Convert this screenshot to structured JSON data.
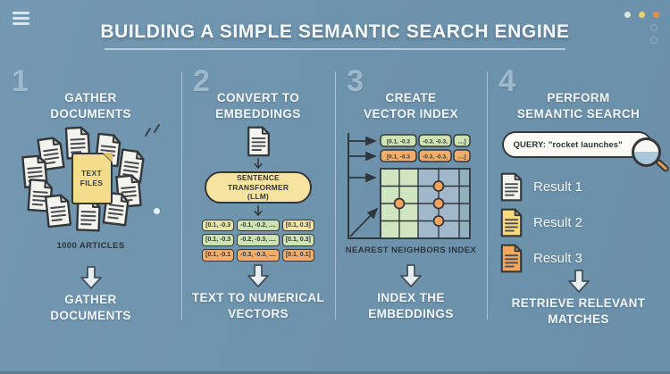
{
  "chrome": {
    "menu_icon": "hamburger-menu",
    "dot_colors": [
      "#d9e8da",
      "#eecf6d",
      "#e58f4d"
    ]
  },
  "title": "BUILDING A SIMPLE SEMANTIC SEARCH ENGINE",
  "steps": [
    {
      "number": "1",
      "heading": "GATHER\nDOCUMENTS",
      "stack_label": "TEXT\nFILES",
      "caption": "1000 ARTICLES",
      "footer": "GATHER\nDOCUMENTS"
    },
    {
      "number": "2",
      "heading": "CONVERT TO\nEMBEDDINGS",
      "model_label": "SENTENCE\nTRANSFORMER\n(LLM)",
      "vectors": [
        [
          {
            "text": "[0.1, -0.3",
            "color": "#e9e3ac"
          },
          {
            "text": "-0.1, -0.2, ....",
            "color": "#cde4b2"
          },
          {
            "text": "[0.1, 0.3]",
            "color": "#f4e2a0"
          }
        ],
        [
          {
            "text": "[0.1, -0.3",
            "color": "#cde4b2"
          },
          {
            "text": "-0.2, -0.3, ....",
            "color": "#cde4b2"
          },
          {
            "text": "[0.1, 0.3]",
            "color": "#cde4b2"
          }
        ],
        [
          {
            "text": "[0.1, -0.1",
            "color": "#f2ae68"
          },
          {
            "text": "-0.3, -0.3, ....",
            "color": "#f2ae68"
          },
          {
            "text": "[0.1, 0.1]",
            "color": "#f2ae68"
          }
        ]
      ],
      "footer": "TEXT TO NUMERICAL\nVECTORS"
    },
    {
      "number": "3",
      "heading": "CREATE\nVECTOR INDEX",
      "index_rows": [
        {
          "cells": [
            "[0.1, -0.3",
            "-0.3, -0.3,",
            "....]"
          ],
          "color": "#cde4b2"
        },
        {
          "cells": [
            "[0.1, -0.3",
            "-0.3, -0.3,",
            "....]"
          ],
          "color": "#f2ae68"
        }
      ],
      "caption": "NEAREST NEIGHBORS INDEX",
      "footer": "INDEX THE\nEMBEDDINGS"
    },
    {
      "number": "4",
      "heading": "PERFORM\nSEMANTIC SEARCH",
      "query": "QUERY: \"rocket launches\"",
      "results": [
        {
          "label": "Result 1",
          "color": "#f3f2ec"
        },
        {
          "label": "Result 2",
          "color": "#f8d87d"
        },
        {
          "label": "Result 3",
          "color": "#f0a85e"
        }
      ],
      "footer": "RETRIEVE RELEVANT\nMATCHES"
    }
  ]
}
